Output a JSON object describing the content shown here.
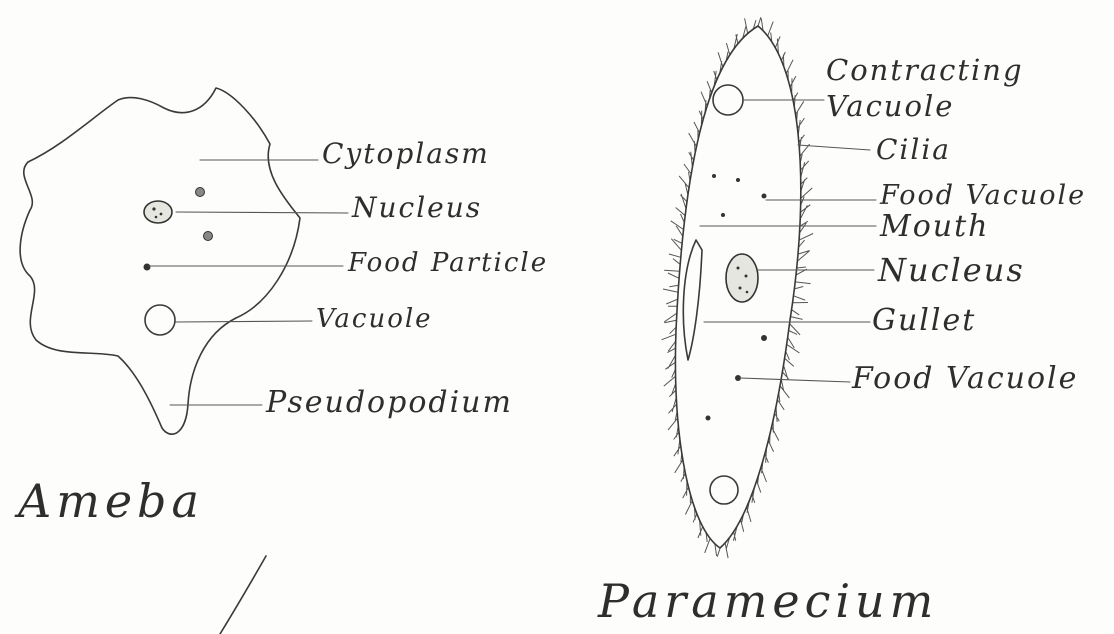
{
  "ameba": {
    "title": "Ameba",
    "labels": {
      "cytoplasm": "Cytoplasm",
      "nucleus": "Nucleus",
      "food_particle": "Food Particle",
      "vacuole": "Vacuole",
      "pseudopodium": "Pseudopodium"
    }
  },
  "paramecium": {
    "title": "Paramecium",
    "labels": {
      "contracting_vacuole": "Contracting Vacuole",
      "cilia": "Cilia",
      "food_vacuole_upper": "Food Vacuole",
      "mouth": "Mouth",
      "nucleus": "Nucleus",
      "gullet": "Gullet",
      "food_vacuole_lower": "Food Vacuole"
    }
  },
  "colors": {
    "ink": "#3a3a3a",
    "paper": "#fdfdfb"
  }
}
